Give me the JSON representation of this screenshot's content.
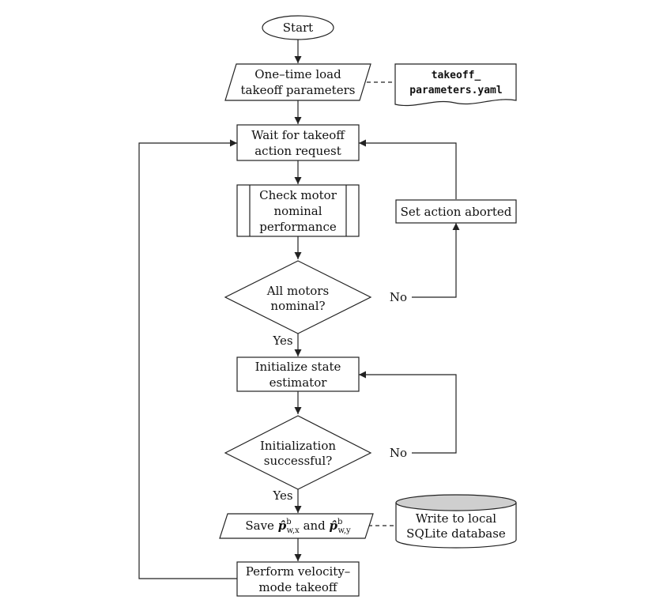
{
  "nodes": {
    "start": {
      "label": "Start"
    },
    "load_params": {
      "line1": "One–time load",
      "line2": "takeoff parameters"
    },
    "params_file": {
      "line1": "takeoff_",
      "line2": "parameters.yaml"
    },
    "wait_request": {
      "line1": "Wait for takeoff",
      "line2": "action request"
    },
    "check_motor": {
      "line1": "Check motor",
      "line2": "nominal",
      "line3": "performance"
    },
    "set_aborted": {
      "label": "Set action aborted"
    },
    "all_nominal": {
      "line1": "All motors",
      "line2": "nominal?"
    },
    "init_estimator": {
      "line1": "Initialize state",
      "line2": "estimator"
    },
    "init_success": {
      "line1": "Initialization",
      "line2": "successful?"
    },
    "save_positions": {
      "prefix": "Save ",
      "var1": "p̂",
      "sup1": "b",
      "sub1": "w,x",
      "mid": " and ",
      "var2": "p̂",
      "sup2": "b",
      "sub2": "w,y"
    },
    "sqlite": {
      "line1": "Write to local",
      "line2": "SQLite database"
    },
    "perform_takeoff": {
      "line1": "Perform velocity–",
      "line2": "mode takeoff"
    }
  },
  "edge_labels": {
    "motors_no": "No",
    "motors_yes": "Yes",
    "init_no": "No",
    "init_yes": "Yes"
  }
}
